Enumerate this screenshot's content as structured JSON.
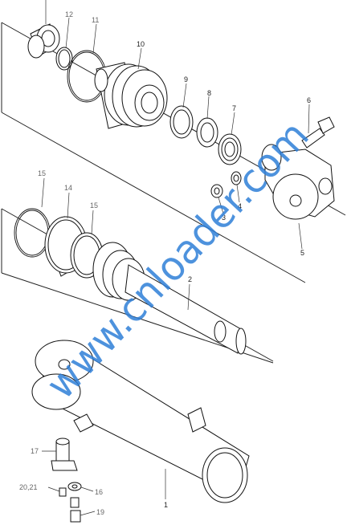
{
  "callouts": {
    "c1": "1",
    "c2": "2",
    "c3": "3",
    "c4": "4",
    "c5": "5",
    "c6": "6",
    "c7": "7",
    "c8": "8",
    "c9": "9",
    "c10": "10",
    "c11": "11",
    "c12": "12",
    "c14": "14",
    "c15a": "15",
    "c15b": "15",
    "c16": "16",
    "c17": "17",
    "c19": "19",
    "c2021": "20,21"
  },
  "watermark": "www.cnloader.com",
  "colors": {
    "watermark": "#2f7fd8",
    "line": "#111111",
    "background": "#ffffff"
  }
}
